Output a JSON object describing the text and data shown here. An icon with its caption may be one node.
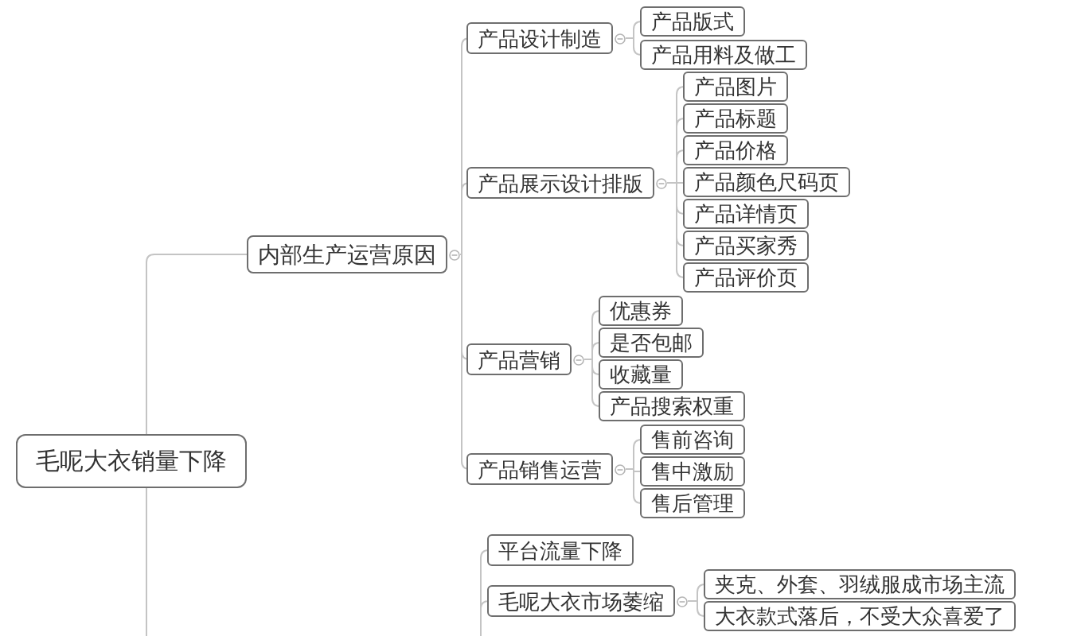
{
  "diagram": {
    "nodes": [
      {
        "text": [
          "毛呢大衣销量下降"
        ]
      },
      {
        "text": [
          "内部生产运营原因"
        ]
      },
      {
        "text": [
          "产品设计制造"
        ]
      },
      {
        "text": [
          "产品版式"
        ]
      },
      {
        "text": [
          "产品用料及做工"
        ]
      },
      {
        "text": [
          "产品展示设计排版"
        ]
      },
      {
        "text": [
          "产品图片"
        ]
      },
      {
        "text": [
          "产品标题"
        ]
      },
      {
        "text": [
          "产品价格"
        ]
      },
      {
        "text": [
          "产品颜色尺码页"
        ]
      },
      {
        "text": [
          "产品详情页"
        ]
      },
      {
        "text": [
          "产品买家秀"
        ]
      },
      {
        "text": [
          "产品评价页"
        ]
      },
      {
        "text": [
          "产品营销"
        ]
      },
      {
        "text": [
          "优惠券"
        ]
      },
      {
        "text": [
          "是否包邮"
        ]
      },
      {
        "text": [
          "收藏量"
        ]
      },
      {
        "text": [
          "产品搜索权重"
        ]
      },
      {
        "text": [
          "产品销售运营"
        ]
      },
      {
        "text": [
          "售前咨询"
        ]
      },
      {
        "text": [
          "售中激励"
        ]
      },
      {
        "text": [
          "售后管理"
        ]
      },
      {
        "text": [
          "平台流量下降"
        ]
      },
      {
        "text": [
          "毛呢大衣市场萎缩"
        ]
      },
      {
        "text": [
          "夹克、外套、羽绒服成市场主流"
        ]
      },
      {
        "text": [
          "大衣款式落后，不受大众喜爱了"
        ]
      }
    ],
    "edges": [
      {
        "from": 0,
        "to": 1,
        "arrow": "none"
      },
      {
        "from": 1,
        "to": 2,
        "arrow": "none"
      },
      {
        "from": 2,
        "to": 3,
        "arrow": "none"
      },
      {
        "from": 2,
        "to": 4,
        "arrow": "none"
      },
      {
        "from": 1,
        "to": 5,
        "arrow": "none"
      },
      {
        "from": 5,
        "to": 6,
        "arrow": "none"
      },
      {
        "from": 5,
        "to": 7,
        "arrow": "none"
      },
      {
        "from": 5,
        "to": 8,
        "arrow": "none"
      },
      {
        "from": 5,
        "to": 9,
        "arrow": "none"
      },
      {
        "from": 5,
        "to": 10,
        "arrow": "none"
      },
      {
        "from": 5,
        "to": 11,
        "arrow": "none"
      },
      {
        "from": 5,
        "to": 12,
        "arrow": "none"
      },
      {
        "from": 1,
        "to": 13,
        "arrow": "none"
      },
      {
        "from": 13,
        "to": 14,
        "arrow": "none"
      },
      {
        "from": 13,
        "to": 15,
        "arrow": "none"
      },
      {
        "from": 13,
        "to": 16,
        "arrow": "none"
      },
      {
        "from": 13,
        "to": 17,
        "arrow": "none"
      },
      {
        "from": 1,
        "to": 18,
        "arrow": "none"
      },
      {
        "from": 18,
        "to": 19,
        "arrow": "none"
      },
      {
        "from": 18,
        "to": 20,
        "arrow": "none"
      },
      {
        "from": 18,
        "to": 21,
        "arrow": "none"
      },
      {
        "from": 0,
        "to": null,
        "arrow": "none"
      },
      {
        "from": null,
        "to": 22,
        "arrow": "none"
      },
      {
        "from": null,
        "to": 23,
        "arrow": "none"
      },
      {
        "from": 23,
        "to": 24,
        "arrow": "none"
      },
      {
        "from": 23,
        "to": 25,
        "arrow": "none"
      }
    ]
  }
}
